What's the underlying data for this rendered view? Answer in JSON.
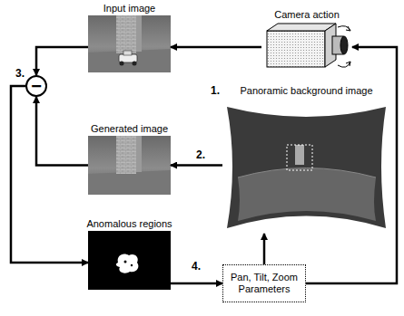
{
  "diagram": {
    "nodes": [
      {
        "text": [
          "Input image"
        ]
      },
      {
        "text": [
          "Camera action"
        ]
      },
      {
        "text": [
          "−"
        ]
      },
      {
        "text": [
          "Panoramic background image"
        ]
      },
      {
        "text": [
          "Generated image"
        ]
      },
      {
        "text": [
          "Anomalous regions"
        ]
      },
      {
        "text": [
          "Pan, Tilt, Zoom Parameters"
        ]
      }
    ],
    "edges": [
      {
        "from": 1,
        "to": 0,
        "arrow": "to"
      },
      {
        "from": 0,
        "to": 2,
        "arrow": "to"
      },
      {
        "from": 4,
        "to": 2,
        "arrow": "to"
      },
      {
        "from": 3,
        "to": 4,
        "arrow": "to"
      },
      {
        "from": 2,
        "to": 5,
        "arrow": "to"
      },
      {
        "from": 5,
        "to": 6,
        "arrow": "to"
      },
      {
        "from": 6,
        "to": 3,
        "arrow": "to"
      },
      {
        "from": 6,
        "to": 1,
        "arrow": "to"
      }
    ],
    "labels": [
      "1.",
      "2.",
      "3.",
      "4."
    ]
  }
}
